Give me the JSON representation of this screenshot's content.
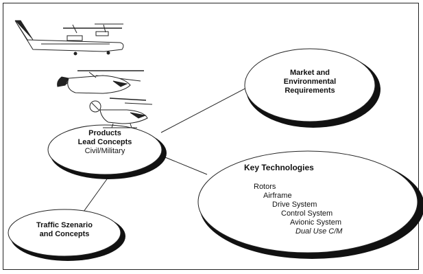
{
  "nodes": {
    "products": {
      "lines": [
        "Products",
        "Lead Concepts",
        "Civil/Military"
      ]
    },
    "market": {
      "lines": [
        "Market and",
        "Environmental",
        "Requirements"
      ]
    },
    "traffic": {
      "lines": [
        "Traffic Szenario",
        "and Concepts"
      ]
    },
    "technologies": {
      "title": "Key Technologies",
      "items": [
        "Rotors",
        "Airframe",
        "Drive System",
        "Control System",
        "Avionic System",
        "Dual Use C/M"
      ]
    }
  },
  "icons": [
    "tiltrotor-aircraft-icon",
    "helicopter-icon",
    "helicopter-icon"
  ]
}
